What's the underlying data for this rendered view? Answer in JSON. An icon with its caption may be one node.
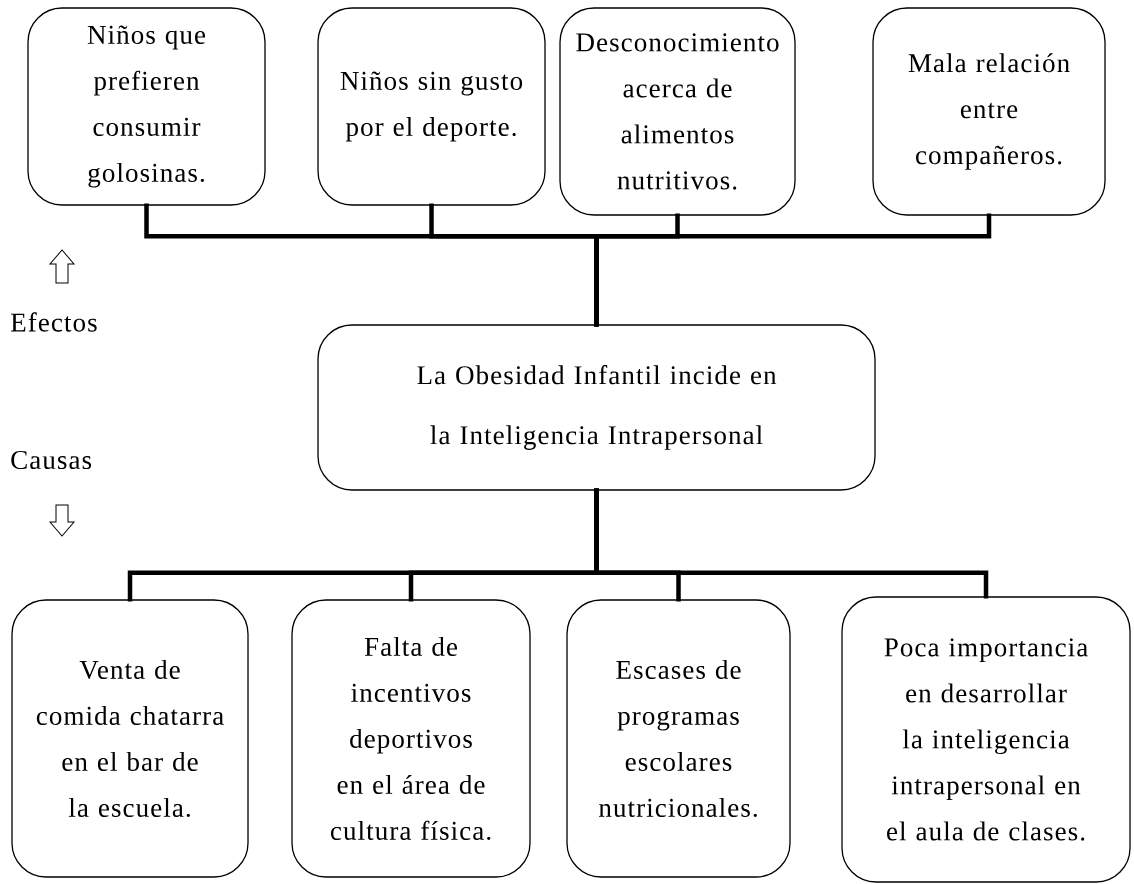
{
  "diagram": {
    "nodes": [
      {
        "text": [
          "Niños que prefieren consumir golosinas."
        ]
      },
      {
        "text": [
          "Niños sin gusto por el deporte."
        ]
      },
      {
        "text": [
          "Desconocimiento acerca de alimentos nutritivos."
        ]
      },
      {
        "text": [
          "Mala relación entre compañeros."
        ]
      },
      {
        "text": [
          "La Obesidad Infantil incide en la Inteligencia Intrapersonal"
        ]
      },
      {
        "text": [
          "Venta de comida chatarra en el bar de la escuela."
        ]
      },
      {
        "text": [
          "Falta de incentivos deportivos en el área de cultura física."
        ]
      },
      {
        "text": [
          "Escases de programas escolares nutricionales."
        ]
      },
      {
        "text": [
          "Poca importancia en desarrollar la inteligencia intrapersonal en el aula de clases."
        ]
      }
    ],
    "edges": [
      {
        "from": 4,
        "to": 0,
        "arrow": "none"
      },
      {
        "from": 4,
        "to": 1,
        "arrow": "none"
      },
      {
        "from": 4,
        "to": 2,
        "arrow": "none"
      },
      {
        "from": 4,
        "to": 3,
        "arrow": "none"
      },
      {
        "from": 4,
        "to": 5,
        "arrow": "none"
      },
      {
        "from": 4,
        "to": 6,
        "arrow": "none"
      },
      {
        "from": 4,
        "to": 7,
        "arrow": "none"
      },
      {
        "from": 4,
        "to": 8,
        "arrow": "none"
      }
    ],
    "labels": [
      "Efectos",
      "Causas"
    ]
  }
}
